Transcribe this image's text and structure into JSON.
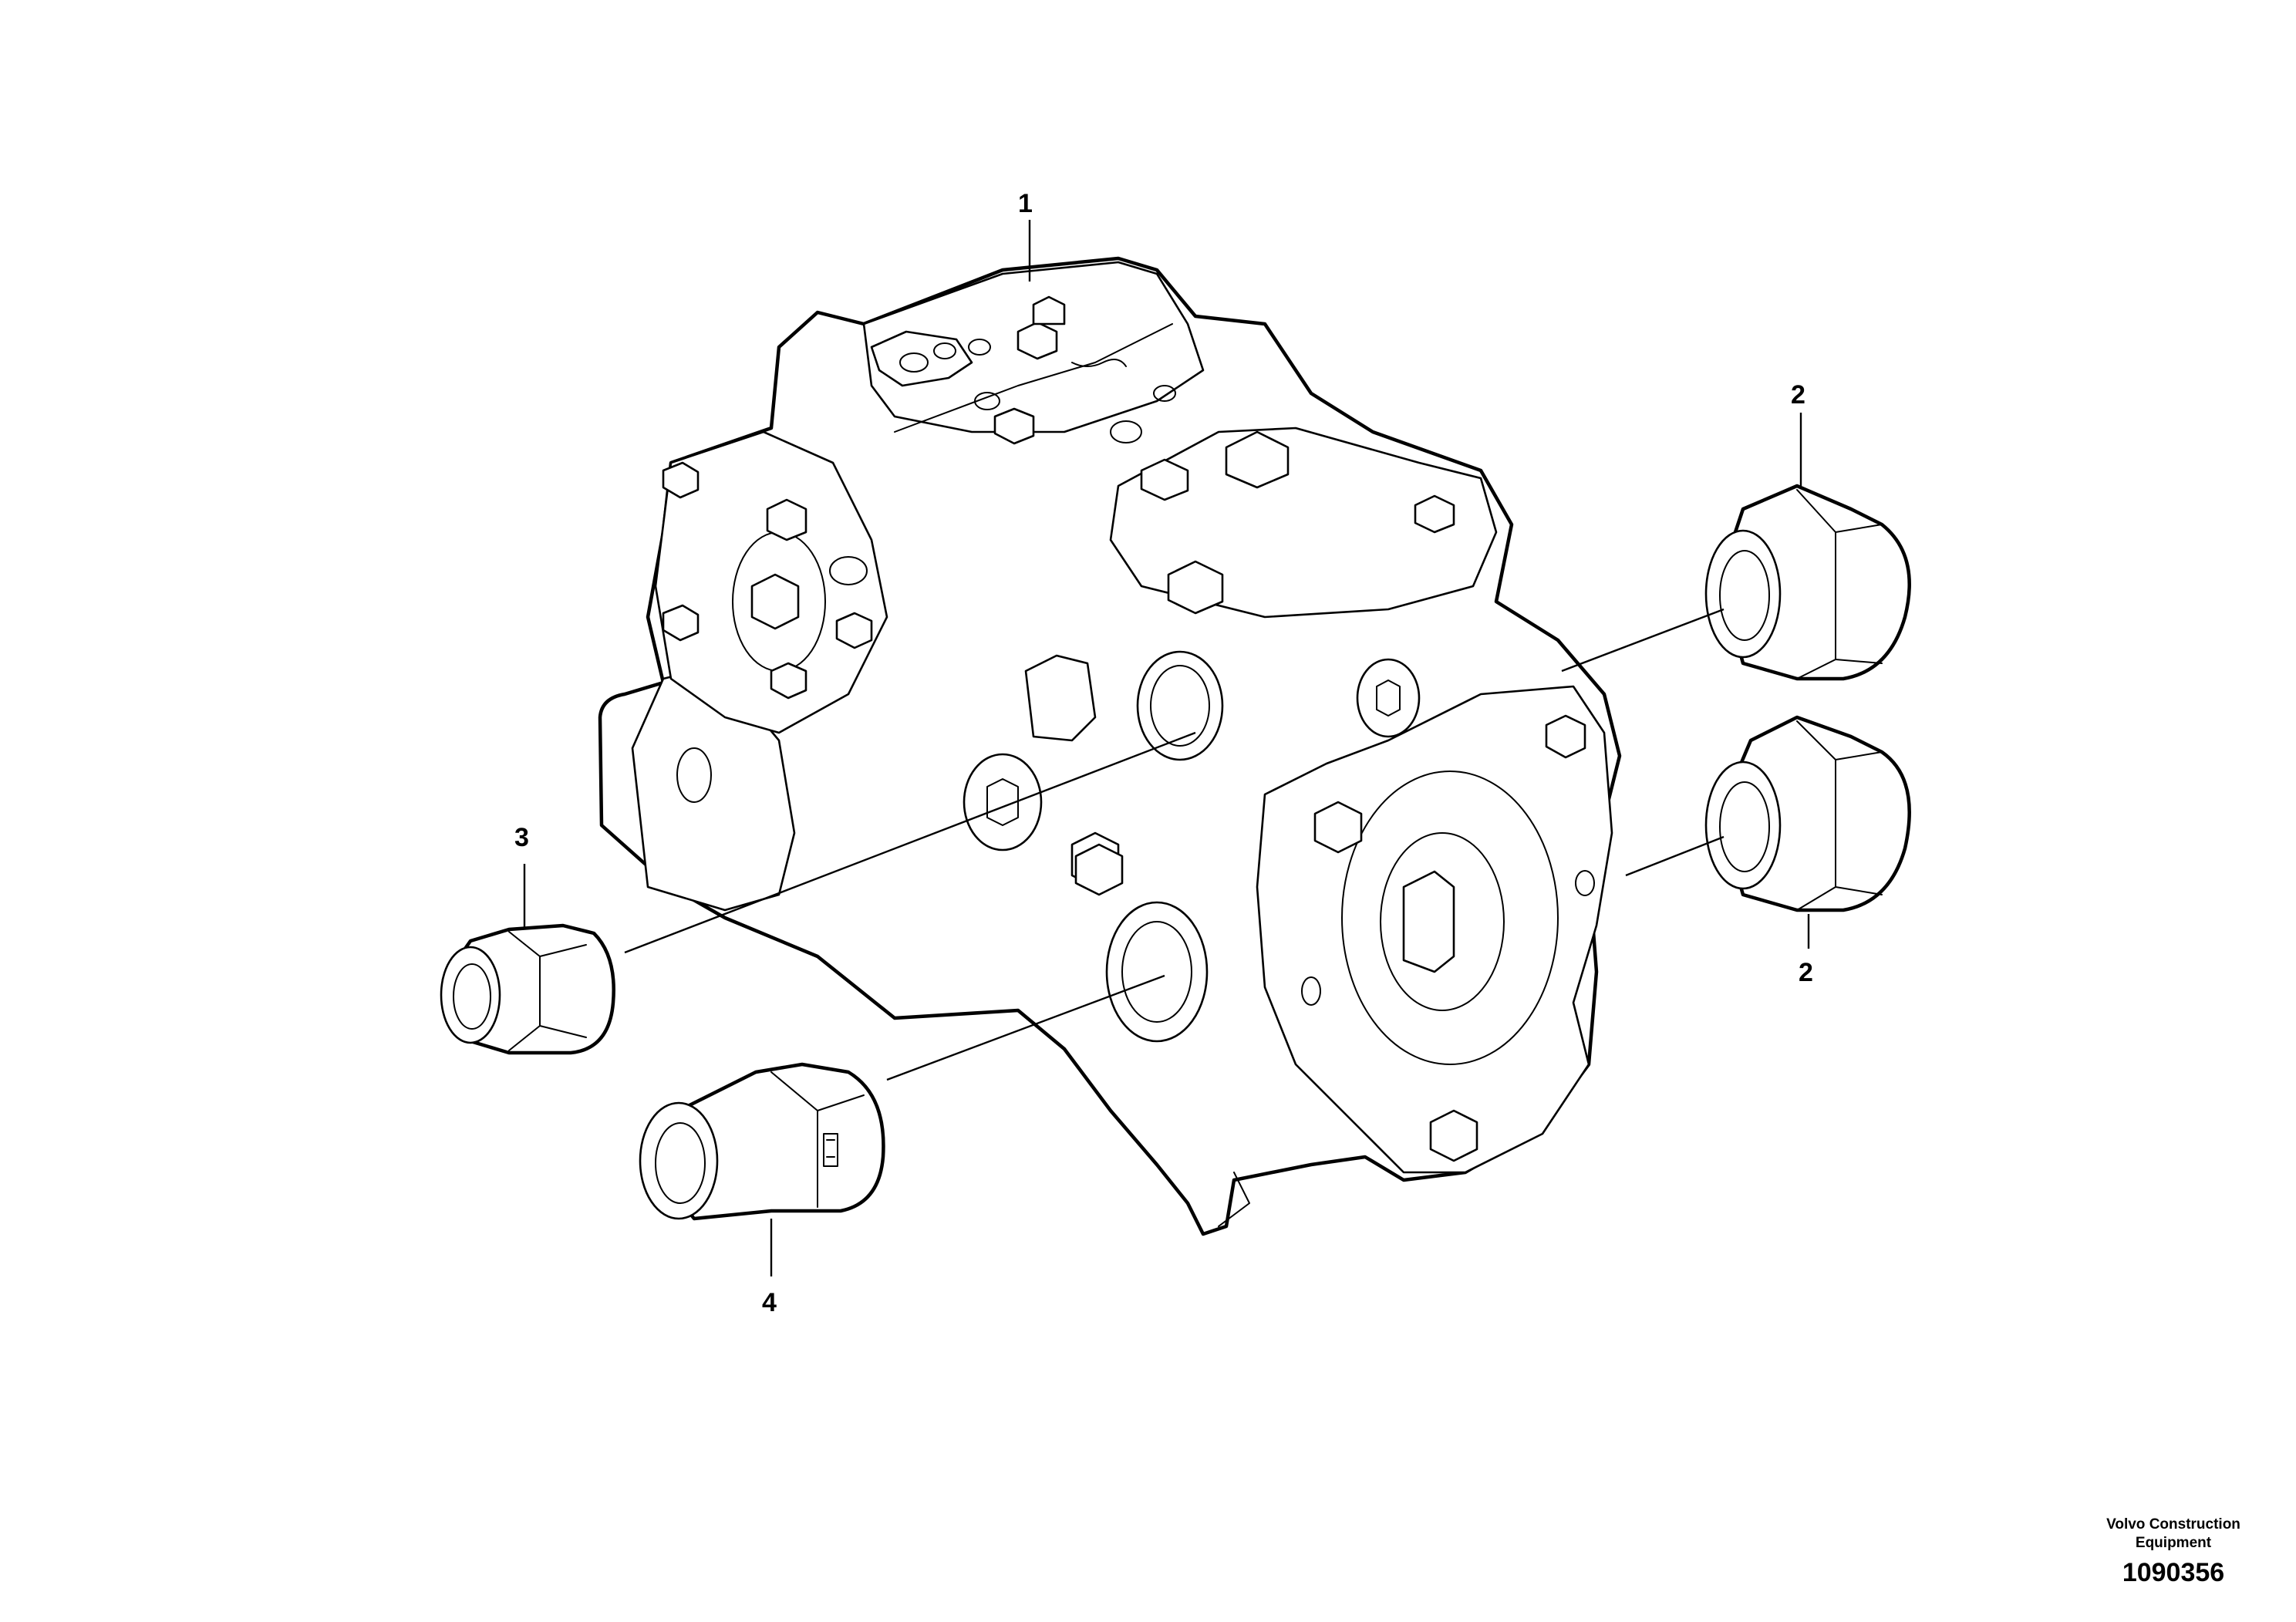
{
  "diagram": {
    "callouts": [
      {
        "id": "c1",
        "label": "1"
      },
      {
        "id": "c2a",
        "label": "2"
      },
      {
        "id": "c2b",
        "label": "2"
      },
      {
        "id": "c3",
        "label": "3"
      },
      {
        "id": "c4",
        "label": "4"
      }
    ],
    "credit_line1": "Volvo Construction",
    "credit_line2": "Equipment",
    "document_number": "1090356"
  }
}
